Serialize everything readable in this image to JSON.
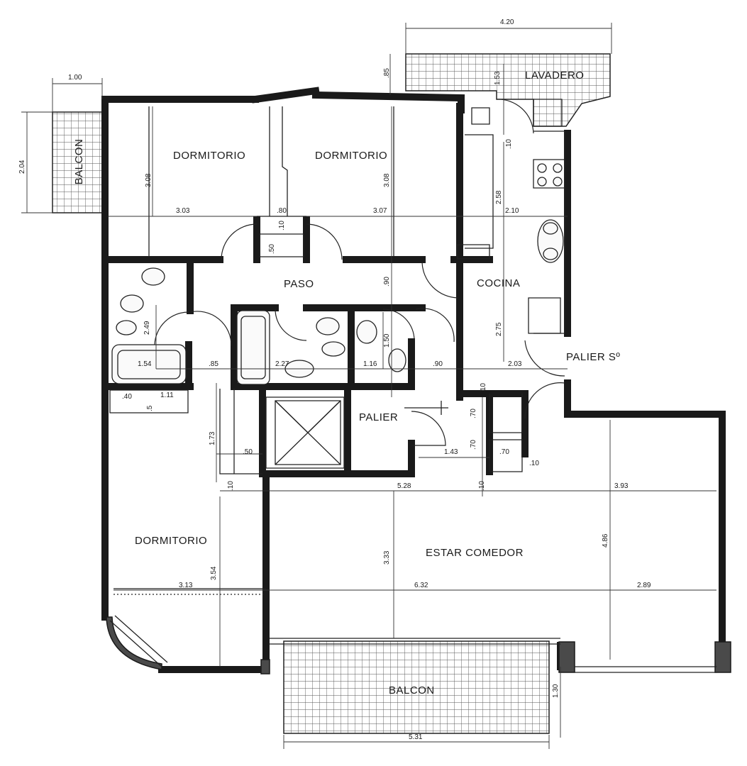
{
  "rooms": {
    "dormitorio_1": "DORMITORIO",
    "dormitorio_2": "DORMITORIO",
    "dormitorio_3": "DORMITORIO",
    "paso": "PASO",
    "cocina": "COCINA",
    "lavadero": "LAVADERO",
    "palier_s": "PALIER Sº",
    "palier": "PALIER",
    "estar_comedor": "ESTAR COMEDOR",
    "balcon_left": "BALCON",
    "balcon_bottom": "BALCON"
  },
  "dimensions": {
    "d_420": "4.20",
    "d_100": "1.00",
    "d_204": "2.04",
    "d_85": ".85",
    "d_153": "1.53",
    "d_308a": "3.08",
    "d_303": "3.03",
    "d_80a": ".80",
    "d_10a": ".10",
    "d_50a": ".50",
    "d_308b": "3.08",
    "d_307": "3.07",
    "d_10b": ".10",
    "d_258": "2.58",
    "d_210": "2.10",
    "d_90a": ".90",
    "d_249": "2.49",
    "d_275": "2.75",
    "d_150": "1.50",
    "d_154": "1.54",
    "d_85b": ".85",
    "d_227": "2.27",
    "d_116": "1.16",
    "d_90b": ".90",
    "d_203": "2.03",
    "d_40": ".40",
    "d_111": "1.11",
    "d_5": ".5",
    "d_10c": ".10",
    "d_70a": ".70",
    "d_173": "1.73",
    "d_50b": ".50",
    "d_143": "1.43",
    "d_70b": ".70",
    "d_70c": ".70",
    "d_10d": ".10",
    "d_10e": ".10",
    "d_10f": ".10",
    "d_528": "5.28",
    "d_393": "3.93",
    "d_333": "3.33",
    "d_486": "4.86",
    "d_354": "3.54",
    "d_313": "3.13",
    "d_632": "6.32",
    "d_289": "2.89",
    "d_130": "1.30",
    "d_531": "5.31"
  }
}
